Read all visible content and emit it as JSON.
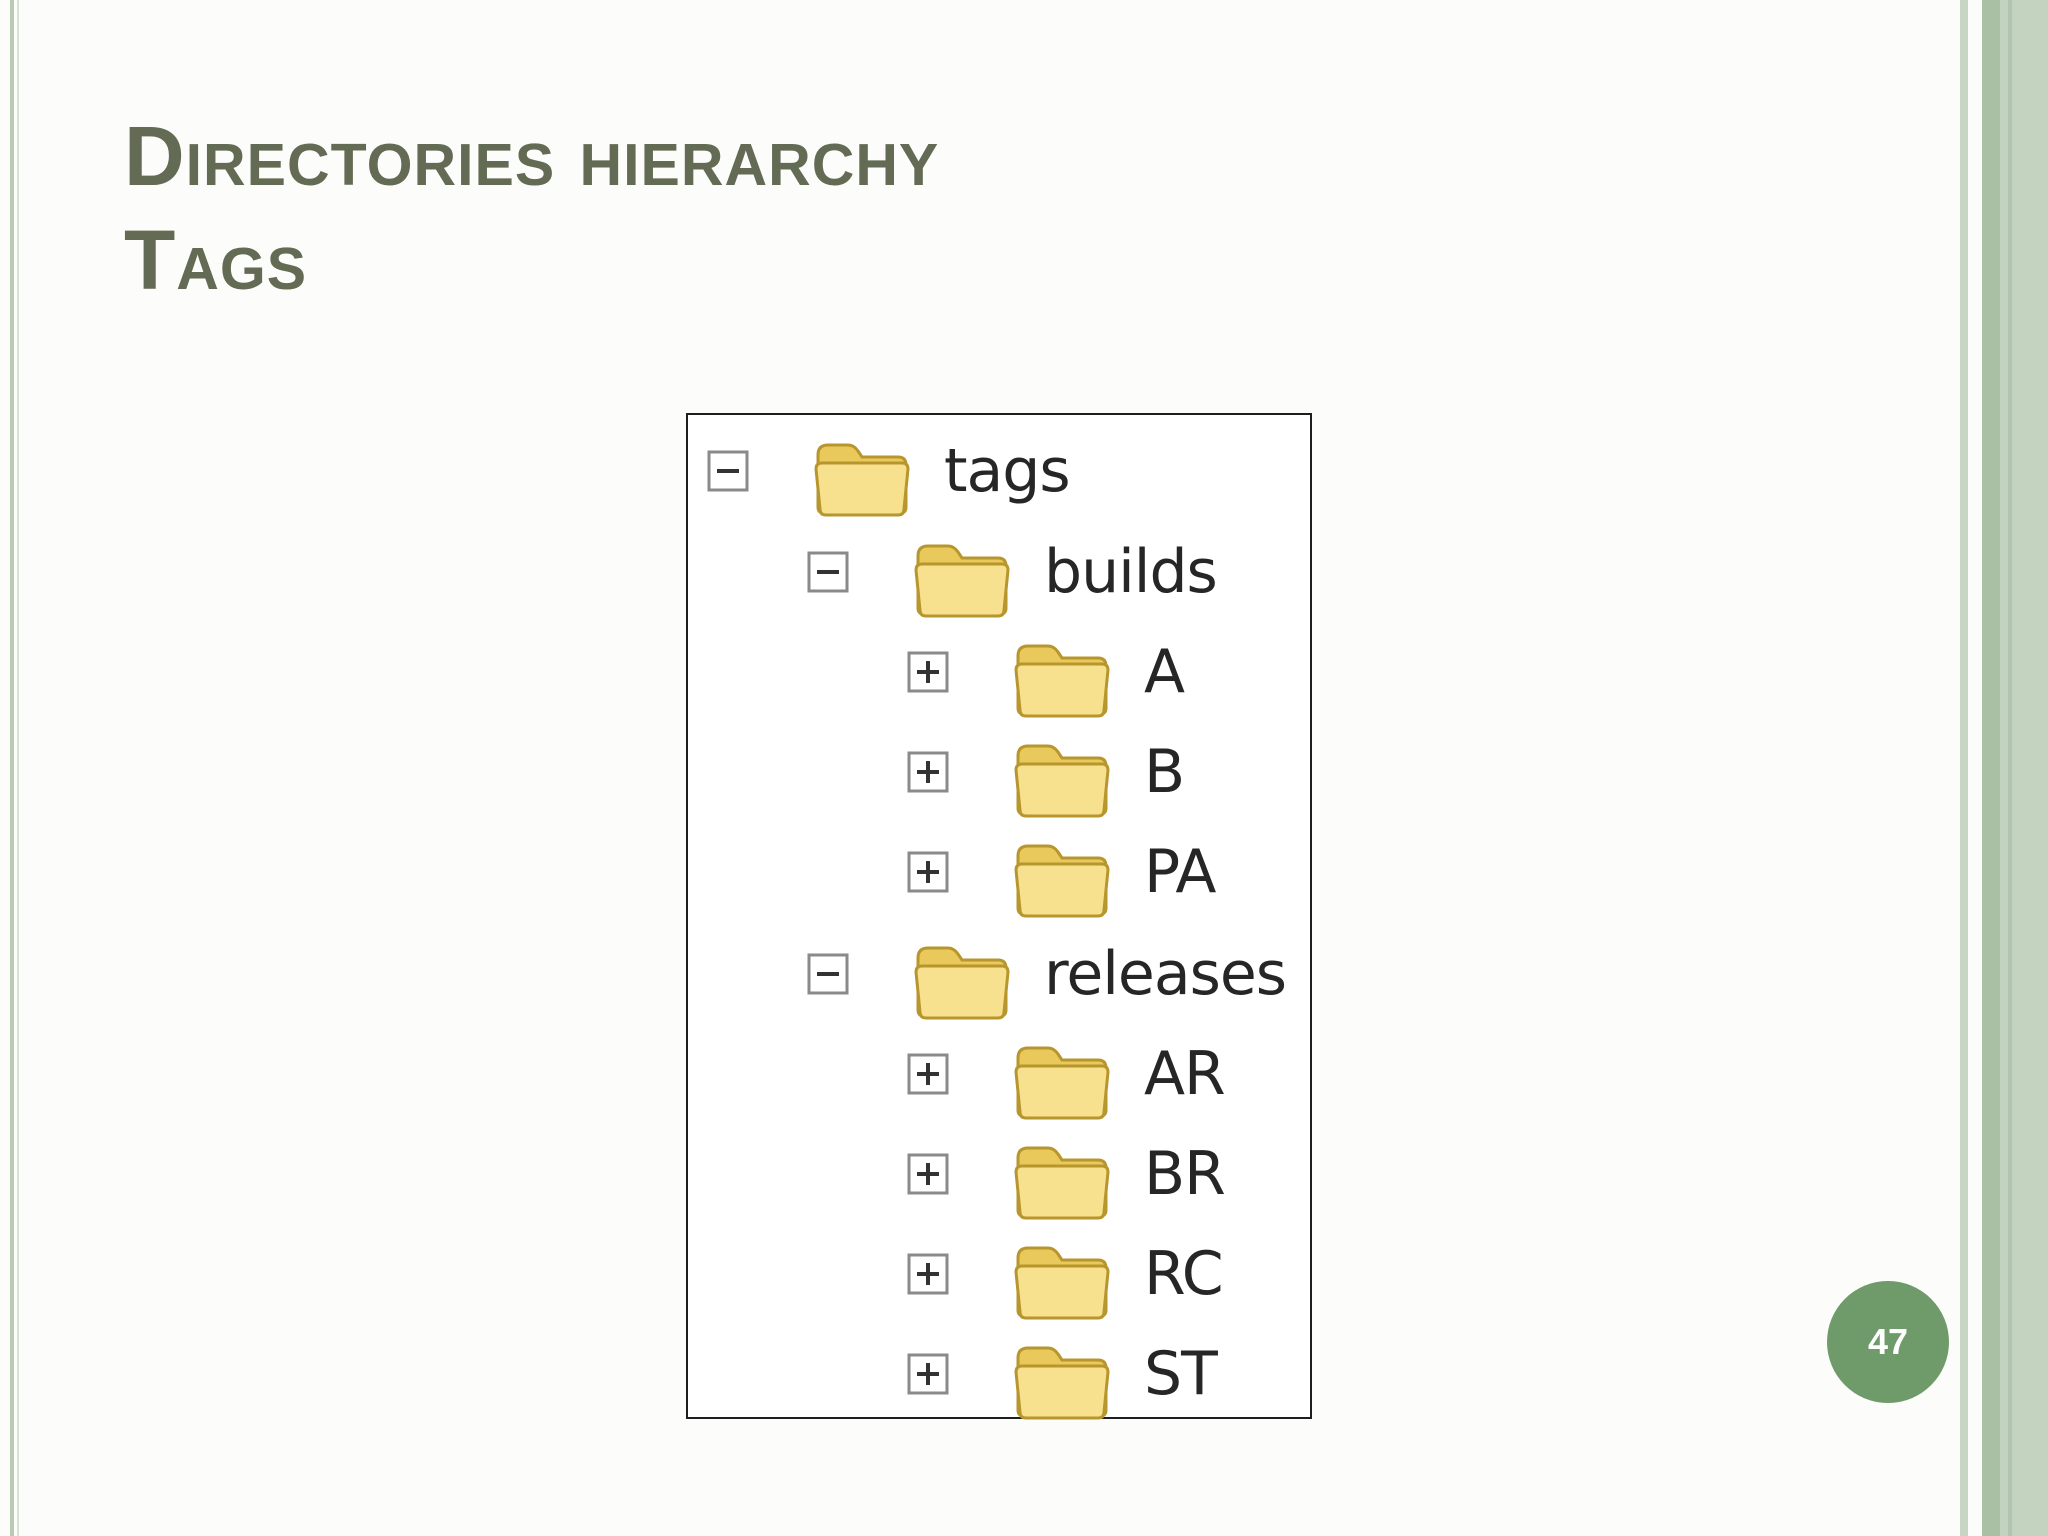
{
  "slide": {
    "title_line_1": "Directories hierarchy",
    "title_line_2": "Tags",
    "page_number": "47"
  },
  "tree": {
    "items": [
      {
        "label": "tags",
        "state": "expanded",
        "level": 0
      },
      {
        "label": "builds",
        "state": "expanded",
        "level": 1
      },
      {
        "label": "A",
        "state": "collapsed",
        "level": 2
      },
      {
        "label": "B",
        "state": "collapsed",
        "level": 2
      },
      {
        "label": "PA",
        "state": "collapsed",
        "level": 2
      },
      {
        "label": "releases",
        "state": "expanded",
        "level": 1
      },
      {
        "label": "AR",
        "state": "collapsed",
        "level": 2
      },
      {
        "label": "BR",
        "state": "collapsed",
        "level": 2
      },
      {
        "label": "RC",
        "state": "collapsed",
        "level": 2
      },
      {
        "label": "ST",
        "state": "collapsed",
        "level": 2
      }
    ]
  },
  "colors": {
    "title": "#636b54",
    "badge": "#6f9a69",
    "folder_fill": "#f2d77a",
    "folder_outline": "#b8962e"
  }
}
